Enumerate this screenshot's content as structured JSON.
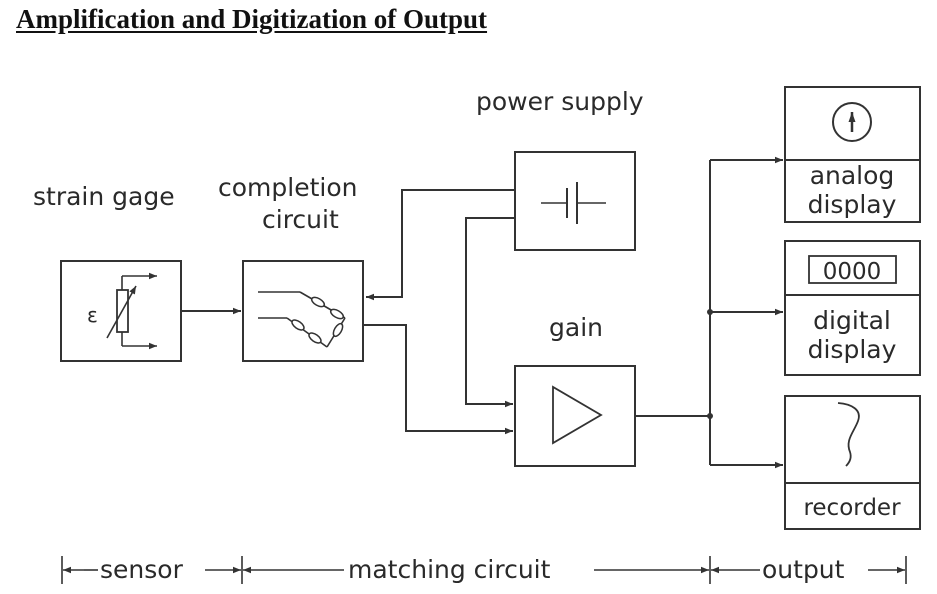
{
  "title": "Amplification and Digitization of Output",
  "labels": {
    "strain_gage": "strain gage",
    "completion_line1": "completion",
    "completion_line2": "circuit",
    "power_supply": "power supply",
    "gain": "gain",
    "analog_line1": "analog",
    "analog_line2": "display",
    "digital_line1": "digital",
    "digital_line2": "display",
    "recorder": "recorder",
    "digital_readout": "0000",
    "epsilon": "ε"
  },
  "scale": {
    "sensor": "sensor",
    "matching": "matching circuit",
    "output": "output"
  },
  "icons": [
    "strain-gage-resistor-icon",
    "wheatstone-bridge-icon",
    "battery-icon",
    "amplifier-triangle-icon",
    "analog-meter-icon",
    "digital-readout-icon",
    "recorder-trace-icon"
  ]
}
